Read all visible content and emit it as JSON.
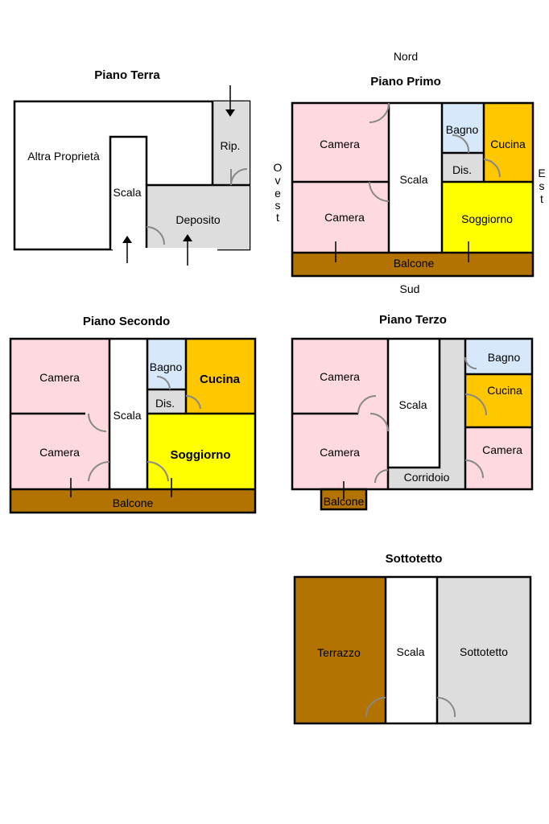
{
  "colors": {
    "camera": "#ffd9e0",
    "bagno": "#d6e8fa",
    "cucina": "#fec700",
    "soggiorno": "#ffff00",
    "grey": "#dddddd",
    "balcone": "#b37300",
    "white": "#ffffff"
  },
  "compass": {
    "north": "Nord",
    "south": "Sud",
    "west": "Ovest",
    "east": "Est"
  },
  "floors": {
    "terra": {
      "title": "Piano Terra",
      "altra": "Altra Proprietà",
      "scala": "Scala",
      "rip": "Rip.",
      "deposito": "Deposito"
    },
    "primo": {
      "title": "Piano Primo",
      "camera1": "Camera",
      "camera2": "Camera",
      "scala": "Scala",
      "bagno": "Bagno",
      "dis": "Dis.",
      "cucina": "Cucina",
      "soggiorno": "Soggiorno",
      "balcone": "Balcone"
    },
    "secondo": {
      "title": "Piano Secondo",
      "camera1": "Camera",
      "camera2": "Camera",
      "scala": "Scala",
      "bagno": "Bagno",
      "dis": "Dis.",
      "cucina": "Cucina",
      "soggiorno": "Soggiorno",
      "balcone": "Balcone"
    },
    "terzo": {
      "title": "Piano Terzo",
      "camera1": "Camera",
      "camera2": "Camera",
      "scala": "Scala",
      "bagno": "Bagno",
      "cucina": "Cucina",
      "camera3": "Camera",
      "corridoio": "Corridoio",
      "balcone": "Balcone"
    },
    "sottotetto": {
      "title": "Sottotetto",
      "terrazzo": "Terrazzo",
      "scala": "Scala",
      "sottotetto": "Sottotetto"
    }
  }
}
